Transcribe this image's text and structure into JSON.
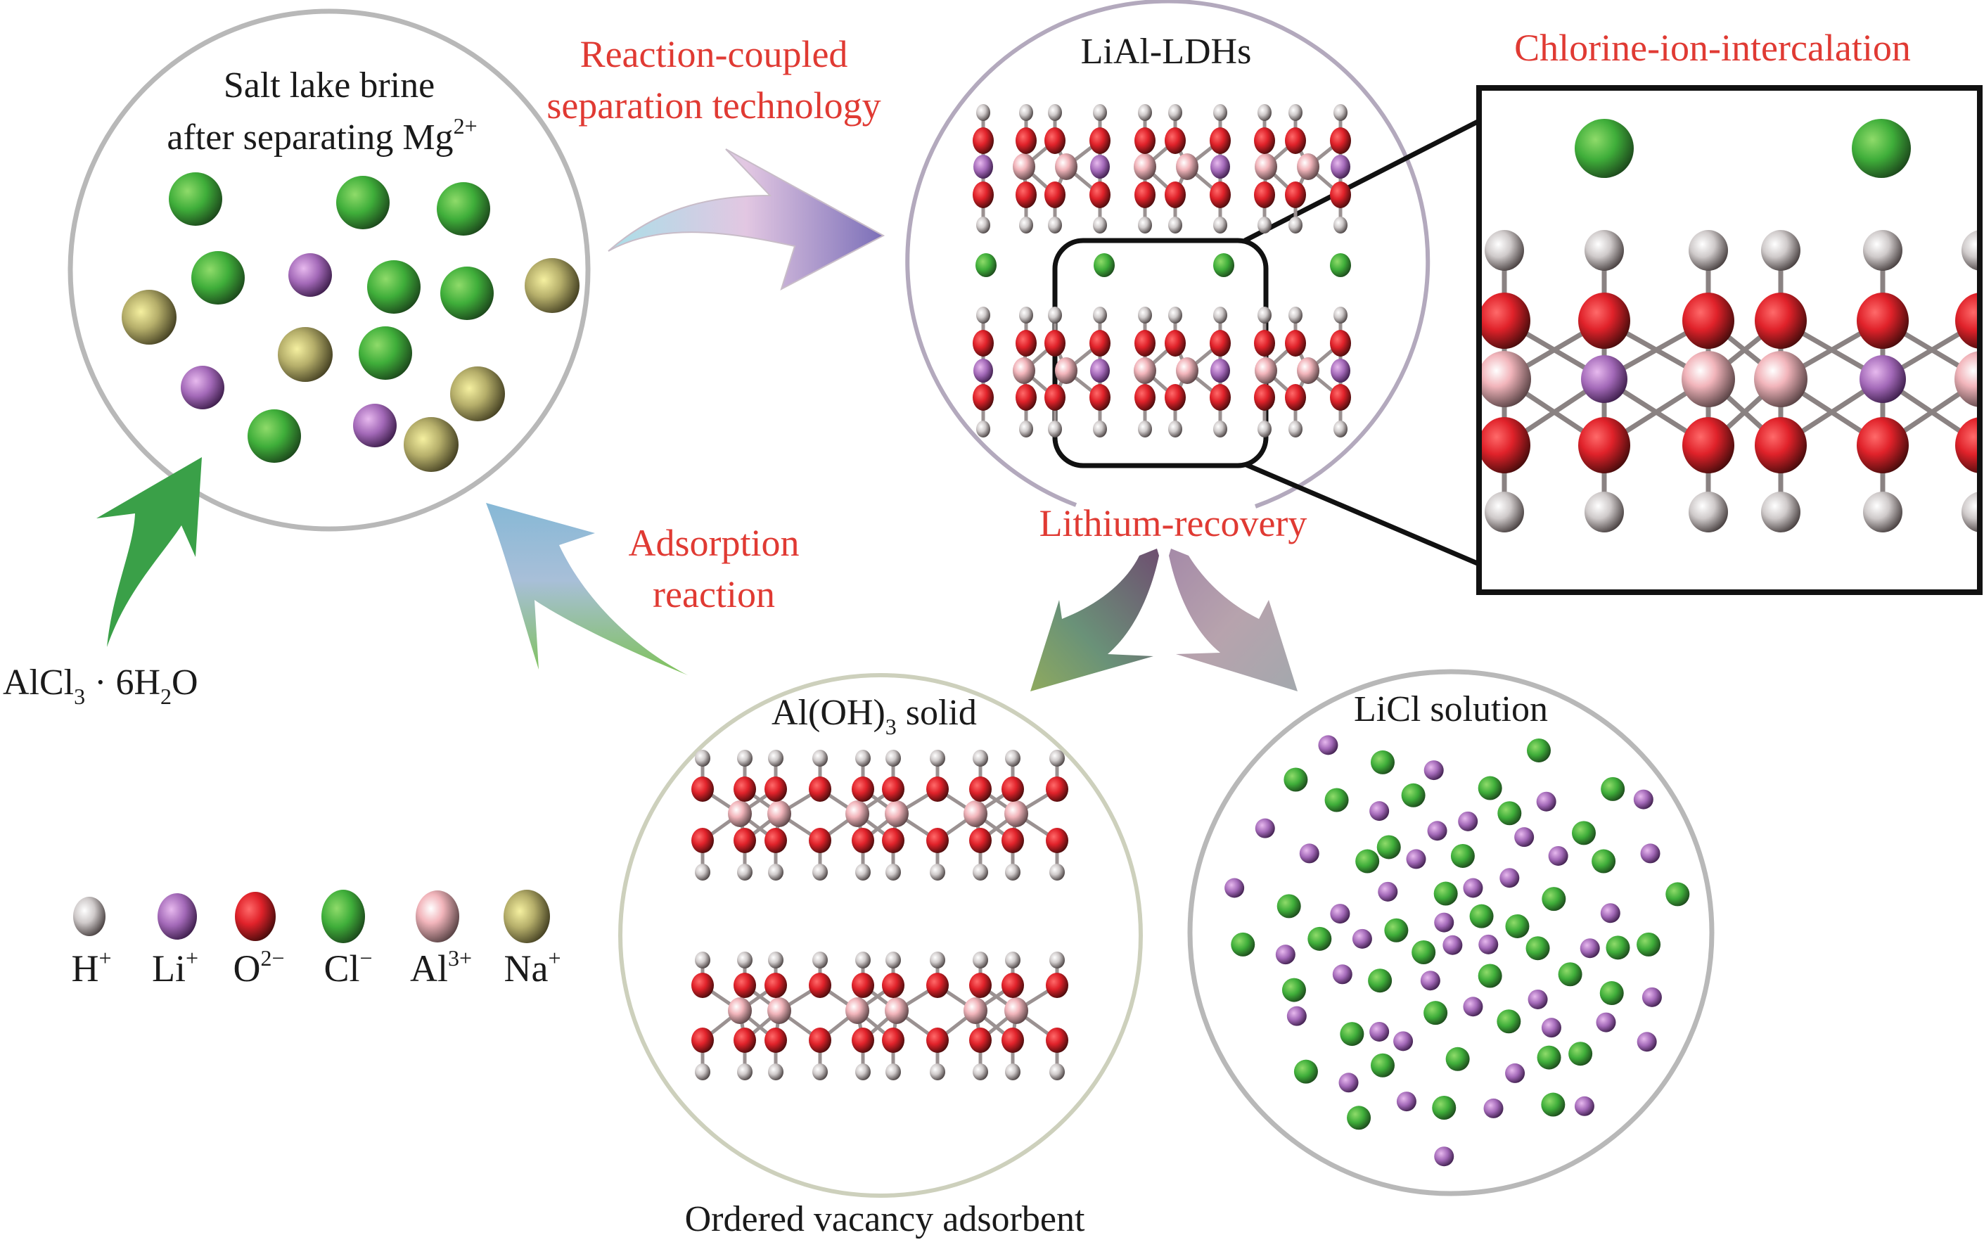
{
  "figure": {
    "type": "process-cycle-diagram",
    "topic": "Lithium extraction from salt lake brine using LiAl-LDHs"
  },
  "nodes": {
    "brine": {
      "title_line1": "Salt lake brine",
      "title_line2": "after separating Mg",
      "title_line2_sup": "2+",
      "contains": [
        "Cl-",
        "Li+",
        "Na+"
      ]
    },
    "ldh": {
      "title": "LiAl-LDHs",
      "layers": 2,
      "interlayer_ion": "Cl-"
    },
    "zoom_panel": {
      "title": "Chlorine-ion-intercalation"
    },
    "aloh3": {
      "title_prefix": "Al(OH)",
      "title_sub": "3",
      "title_suffix": " solid",
      "caption": "Ordered vacancy adsorbent",
      "layers": 2
    },
    "licl": {
      "title": "LiCl solution",
      "contains": [
        "Cl-",
        "Li+"
      ]
    },
    "reagent": {
      "prefix": "AlCl",
      "sub1": "3",
      "middle": " · 6H",
      "sub2": "2",
      "suffix": "O"
    }
  },
  "process_labels": {
    "reaction_coupled_line1": "Reaction-coupled",
    "reaction_coupled_line2": "separation technology",
    "lithium_recovery": "Lithium-recovery",
    "adsorption_line1": "Adsorption",
    "adsorption_line2": "reaction"
  },
  "edges": [
    {
      "from": "brine",
      "to": "ldh",
      "label": "Reaction-coupled separation technology"
    },
    {
      "from": "ldh",
      "to": "aloh3",
      "label": "Lithium-recovery"
    },
    {
      "from": "ldh",
      "to": "licl",
      "label": "Lithium-recovery"
    },
    {
      "from": "aloh3",
      "to": "brine",
      "label": "Adsorption reaction"
    },
    {
      "from": "reagent",
      "to": "brine",
      "label": ""
    }
  ],
  "legend": [
    {
      "symbol": "H",
      "charge": "+",
      "color": "#d9d6d6",
      "name": "hydrogen"
    },
    {
      "symbol": "Li",
      "charge": "+",
      "color": "#a86cc0",
      "name": "lithium"
    },
    {
      "symbol": "O",
      "charge": "2−",
      "color": "#e0262a",
      "name": "oxygen"
    },
    {
      "symbol": "Cl",
      "charge": "−",
      "color": "#3fae3a",
      "name": "chlorine"
    },
    {
      "symbol": "Al",
      "charge": "3+",
      "color": "#f2b5bb",
      "name": "aluminum"
    },
    {
      "symbol": "Na",
      "charge": "+",
      "color": "#c9c27a",
      "name": "sodium"
    }
  ],
  "colors": {
    "label_red": "#e03a33",
    "circle_gray": "#b8b8b8",
    "circle_lavender": "#b3a9bd",
    "circle_sage": "#cdd0bc",
    "arrow_green": "#3aa048"
  }
}
